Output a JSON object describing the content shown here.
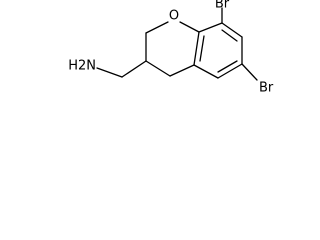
{
  "molecule": {
    "atoms": {
      "oxygen": "O",
      "bromine_top": "Br",
      "bromine_bottom": "Br",
      "amine": "H2N"
    }
  }
}
